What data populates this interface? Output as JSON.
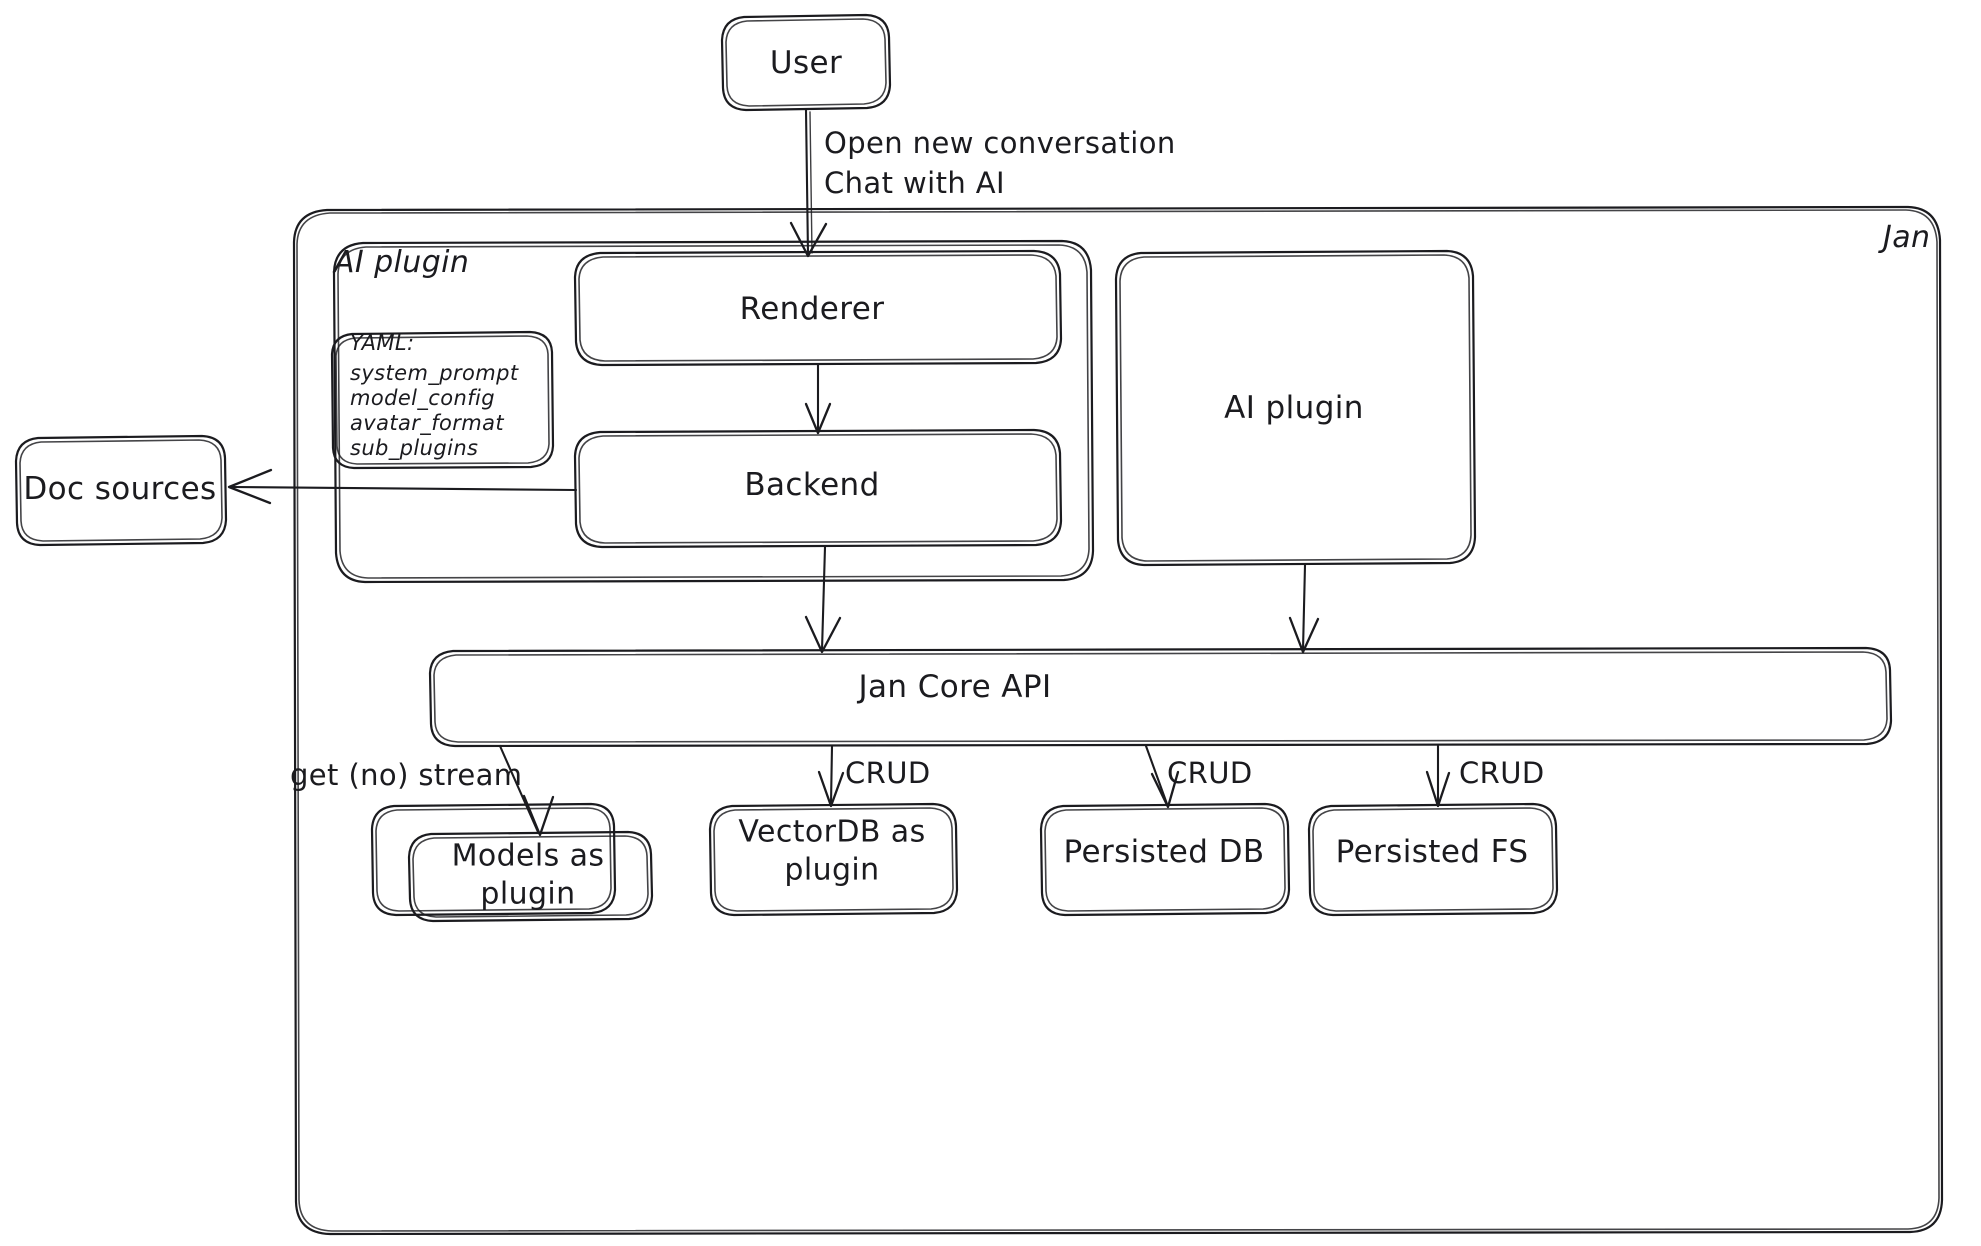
{
  "diagram": {
    "title_label": "Jan",
    "nodes": {
      "user": "User",
      "ai_plugin_group": "AI plugin",
      "renderer": "Renderer",
      "backend": "Backend",
      "ai_plugin_right": "AI plugin",
      "jan_core_api": "Jan Core API",
      "doc_sources": "Doc sources",
      "models_as_plugin": "Models as\nplugin",
      "vectordb_as_plugin": "VectorDB as\nplugin",
      "persisted_db": "Persisted DB",
      "persisted_fs": "Persisted FS"
    },
    "yaml_card": {
      "header": "YAML:",
      "keys": [
        "system_prompt",
        "model_config",
        "avatar_format",
        "sub_plugins"
      ]
    },
    "edge_labels": {
      "user_to_renderer_line1": "Open new conversation",
      "user_to_renderer_line2": "Chat with AI",
      "core_to_models": "get (no) stream",
      "core_to_vectordb": "CRUD",
      "core_to_persisted_db": "CRUD",
      "core_to_persisted_fs": "CRUD"
    },
    "colors": {
      "stroke": "#1b1b1f",
      "background": "#ffffff"
    }
  }
}
